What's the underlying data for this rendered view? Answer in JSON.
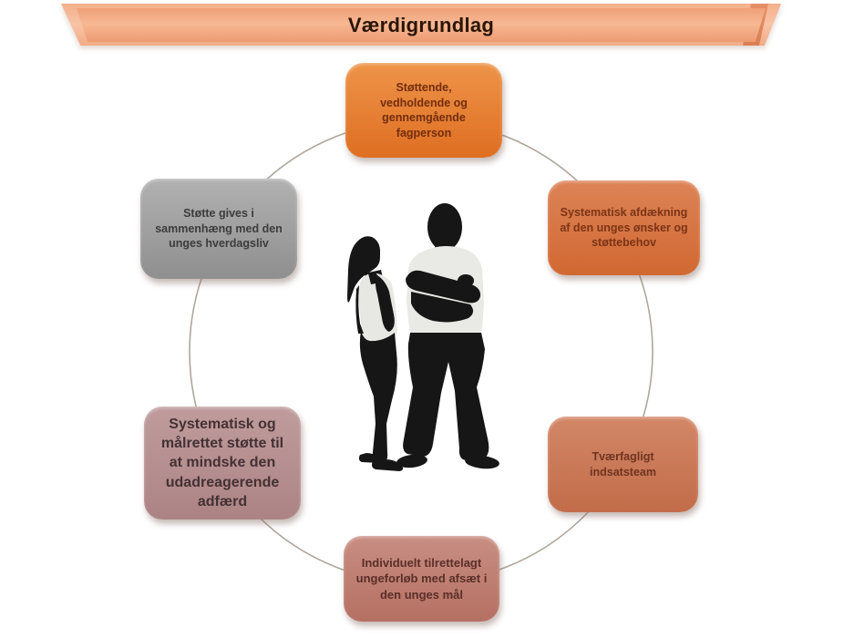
{
  "title": {
    "text": "Værdigrundlag",
    "banner_color": "#F2A781",
    "text_color": "#2A1505"
  },
  "circle": {
    "stroke_color": "#AFA69B"
  },
  "center_figures": {
    "icon": "two-people-silhouette",
    "body_color": "#161616",
    "shirt_color": "#E9E9E6"
  },
  "nodes": [
    {
      "id": "top",
      "text": "Støttende,\nvedholdende og\ngennemgående\nfagperson",
      "colors": {
        "top": "#EE9449",
        "bottom": "#DE6E22",
        "text": "#732D0F"
      }
    },
    {
      "id": "right-upper",
      "text": "Systematisk afdækning\naf den unges ønsker og\nstøttebehov",
      "colors": {
        "top": "#DC8357",
        "bottom": "#D16831",
        "text": "#7C3416"
      }
    },
    {
      "id": "right-lower",
      "text": "Tværfagligt\nindsatsteam",
      "colors": {
        "top": "#D28767",
        "bottom": "#C26C49",
        "text": "#6E3420"
      }
    },
    {
      "id": "bottom",
      "text": "Individuelt tilrettelagt\nungeforløb med afsæt i\nden unges mål",
      "colors": {
        "top": "#C88E83",
        "bottom": "#B57062",
        "text": "#5A2F28"
      }
    },
    {
      "id": "left-lower",
      "text": "Systematisk og\nmålrettet støtte til\nat mindske den\nudadreagerende\nadfærd",
      "colors": {
        "top": "#C09C9D",
        "bottom": "#AC8384",
        "text": "#443134"
      }
    },
    {
      "id": "left-upper",
      "text": "Støtte gives i\nsammenhæng med den\nunges hverdagsliv",
      "colors": {
        "top": "#B1B1B1",
        "bottom": "#8F8F8F",
        "text": "#3C3C3C"
      }
    }
  ]
}
